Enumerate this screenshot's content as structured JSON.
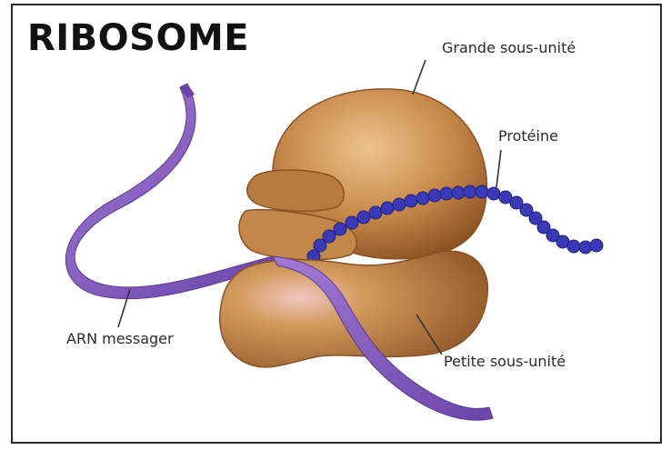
{
  "diagram": {
    "title": "RIBOSOME",
    "labels": {
      "large_subunit": "Grande sous-unité",
      "protein": "Protéine",
      "mrna": "ARN messager",
      "small_subunit": "Petite sous-unité"
    },
    "colors": {
      "subunit_fill": "#c98a4b",
      "subunit_dark": "#8a5224",
      "subunit_light": "#ecc48d",
      "ribbon": "#8a5fc4",
      "ribbon_dark": "#5b3a92",
      "protein_bead": "#3a3ab8",
      "protein_bead_dark": "#1f1f7a",
      "leader_line": "#333333"
    }
  }
}
